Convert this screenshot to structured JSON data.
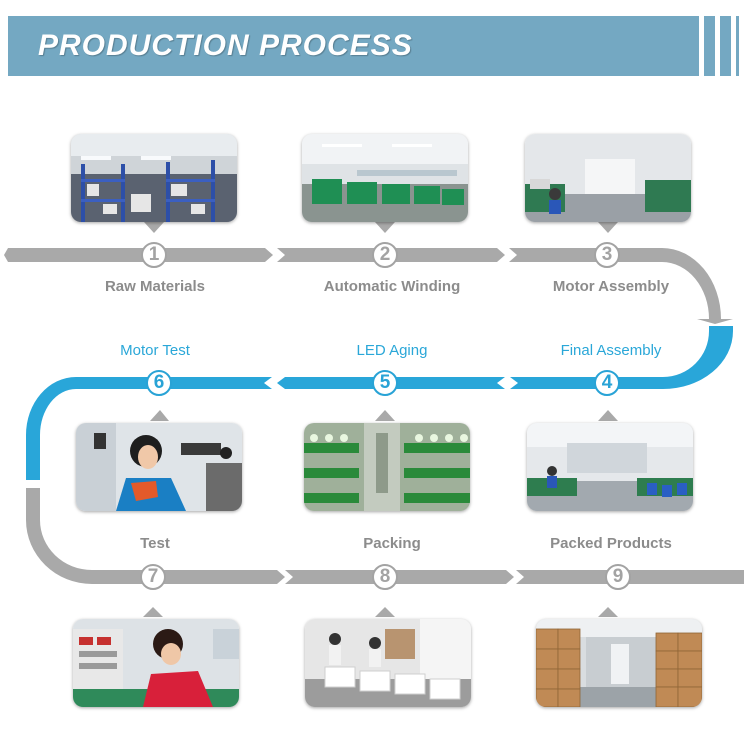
{
  "header": {
    "title": "PRODUCTION PROCESS"
  },
  "colors": {
    "gray_path": "#a9a9a9",
    "blue_path": "#29a6d9",
    "banner": "#74a8c2"
  },
  "steps": [
    {
      "number": "1",
      "label": "Raw Materials",
      "photo": "warehouse-shelves"
    },
    {
      "number": "2",
      "label": "Automatic Winding",
      "photo": "winding-machines"
    },
    {
      "number": "3",
      "label": "Motor Assembly",
      "photo": "assembly-line"
    },
    {
      "number": "4",
      "label": "Final Assembly",
      "photo": "final-assembly-floor"
    },
    {
      "number": "5",
      "label": "LED Aging",
      "photo": "aging-racks"
    },
    {
      "number": "6",
      "label": "Motor Test",
      "photo": "worker-testing"
    },
    {
      "number": "7",
      "label": "Test",
      "photo": "test-bench"
    },
    {
      "number": "8",
      "label": "Packing",
      "photo": "packing-line"
    },
    {
      "number": "9",
      "label": "Packed Products",
      "photo": "carton-storage"
    }
  ]
}
